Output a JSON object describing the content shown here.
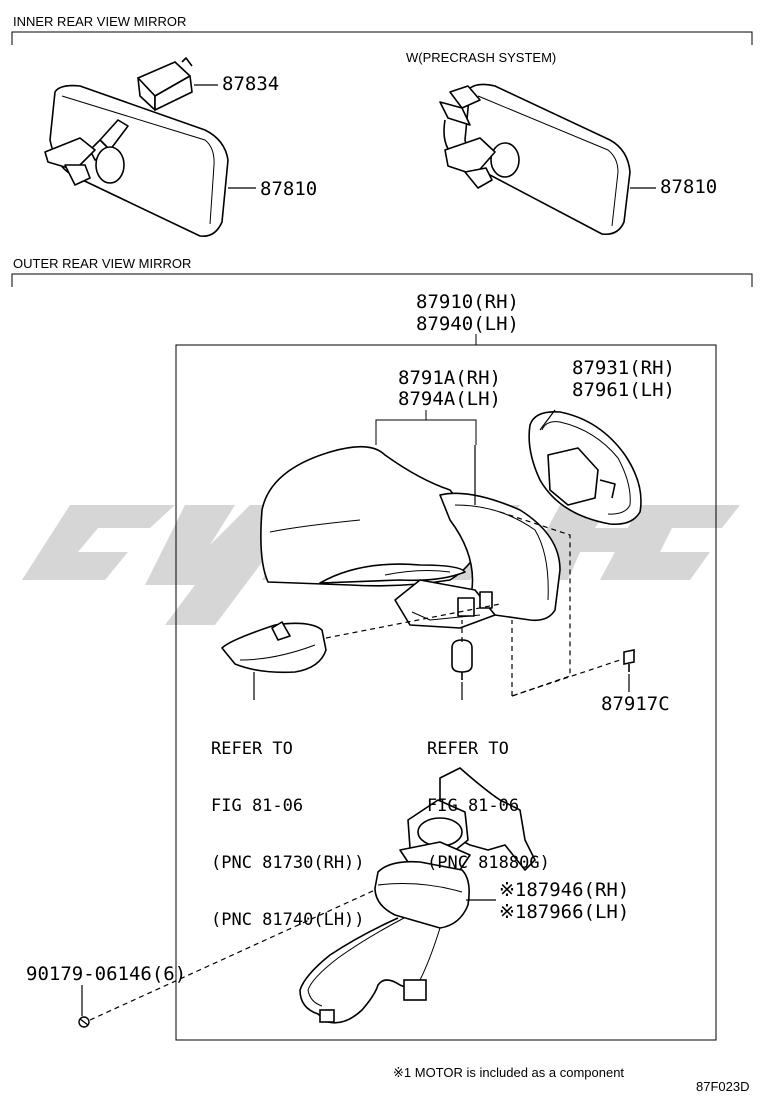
{
  "sections": {
    "inner": "INNER REAR VIEW MIRROR",
    "outer": "OUTER REAR VIEW MIRROR",
    "precrash": "W(PRECRASH SYSTEM)"
  },
  "parts": {
    "p87834": "87834",
    "p87810_a": "87810",
    "p87810_b": "87810",
    "p87910": "87910(RH)",
    "p87940": "87940(LH)",
    "p8791A": "8791A(RH)",
    "p8794A": "8794A(LH)",
    "p87931": "87931(RH)",
    "p87961": "87961(LH)",
    "p87917C": "87917C",
    "p87946": "※187946(RH)",
    "p87966": "※187966(LH)",
    "p90179": "90179-06146(6)"
  },
  "refs": {
    "left": [
      "REFER TO",
      "FIG 81-06",
      "(PNC 81730(RH))",
      "(PNC 81740(LH))"
    ],
    "right": [
      "REFER TO",
      "FIG 81-06",
      "(PNC 81880G)"
    ]
  },
  "footnote": "※1 MOTOR is included as a component",
  "figure_code": "87F023D"
}
